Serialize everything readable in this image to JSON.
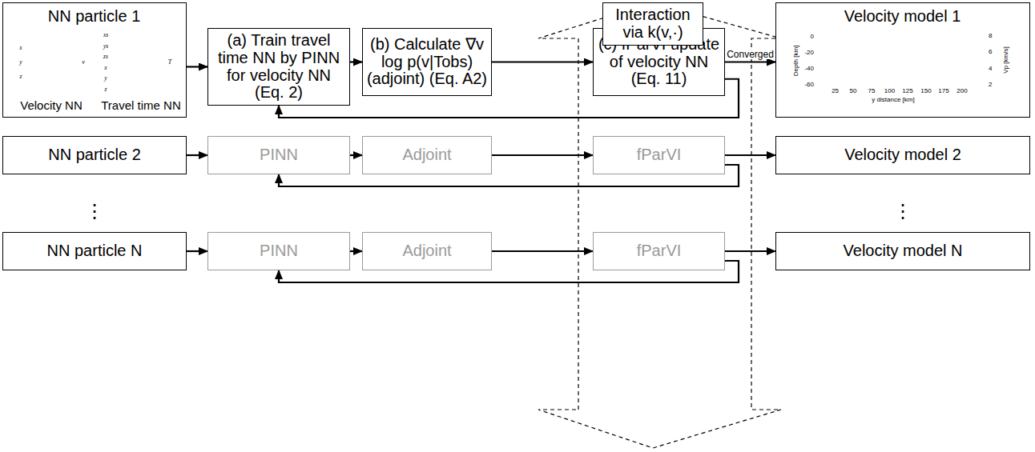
{
  "diagram": {
    "nodes": [
      {
        "text": [
          "NN particle 1",
          "Velocity NN",
          "Travel time NN"
        ]
      },
      {
        "text": [
          "(a) Train travel time NN by PINN for velocity NN (Eq. 2)"
        ]
      },
      {
        "text": [
          "(b) Calculate ∇v log p(v|Tobs) (adjoint) (Eq. A2)"
        ]
      },
      {
        "text": [
          "(c) fParVI update of velocity NN (Eq. 11)"
        ]
      },
      {
        "text": [
          "Velocity model 1"
        ]
      },
      {
        "text": [
          "NN particle 2"
        ]
      },
      {
        "text": [
          "PINN"
        ]
      },
      {
        "text": [
          "Adjoint"
        ]
      },
      {
        "text": [
          "fParVI"
        ]
      },
      {
        "text": [
          "Velocity model 2"
        ]
      },
      {
        "text": [
          "NN particle N"
        ]
      },
      {
        "text": [
          "PINN"
        ]
      },
      {
        "text": [
          "Adjoint"
        ]
      },
      {
        "text": [
          "fParVI"
        ]
      },
      {
        "text": [
          "Velocity model N"
        ]
      },
      {
        "text": [
          "Interaction via k(v,·)"
        ]
      }
    ],
    "edges": [
      {
        "from": 0,
        "to": 1,
        "arrow": "to"
      },
      {
        "from": 1,
        "to": 2,
        "arrow": "to"
      },
      {
        "from": 2,
        "to": 3,
        "arrow": "to"
      },
      {
        "from": 3,
        "to": 4,
        "arrow": "to",
        "label": "Converged"
      },
      {
        "from": 3,
        "to": 1,
        "arrow": "to"
      },
      {
        "from": 5,
        "to": 6,
        "arrow": "to"
      },
      {
        "from": 6,
        "to": 7,
        "arrow": "to"
      },
      {
        "from": 7,
        "to": 8,
        "arrow": "to"
      },
      {
        "from": 8,
        "to": 9,
        "arrow": "to"
      },
      {
        "from": 8,
        "to": 6,
        "arrow": "to"
      },
      {
        "from": 10,
        "to": 11,
        "arrow": "to"
      },
      {
        "from": 11,
        "to": 12,
        "arrow": "to"
      },
      {
        "from": 12,
        "to": 13,
        "arrow": "to"
      },
      {
        "from": 13,
        "to": 14,
        "arrow": "to"
      },
      {
        "from": 13,
        "to": 11,
        "arrow": "to"
      }
    ],
    "labels": [
      "x",
      "y",
      "z",
      "v",
      "xs",
      "ys",
      "zs",
      "x",
      "y",
      "z",
      "T",
      "Depth [km]",
      "0",
      "-20",
      "-40",
      "-60",
      "25",
      "50",
      "75",
      "100",
      "125",
      "150",
      "175",
      "200",
      "y distance [km]",
      "8",
      "6",
      "4",
      "2",
      "Vp [km/s]",
      "⋮",
      "⋮"
    ]
  }
}
